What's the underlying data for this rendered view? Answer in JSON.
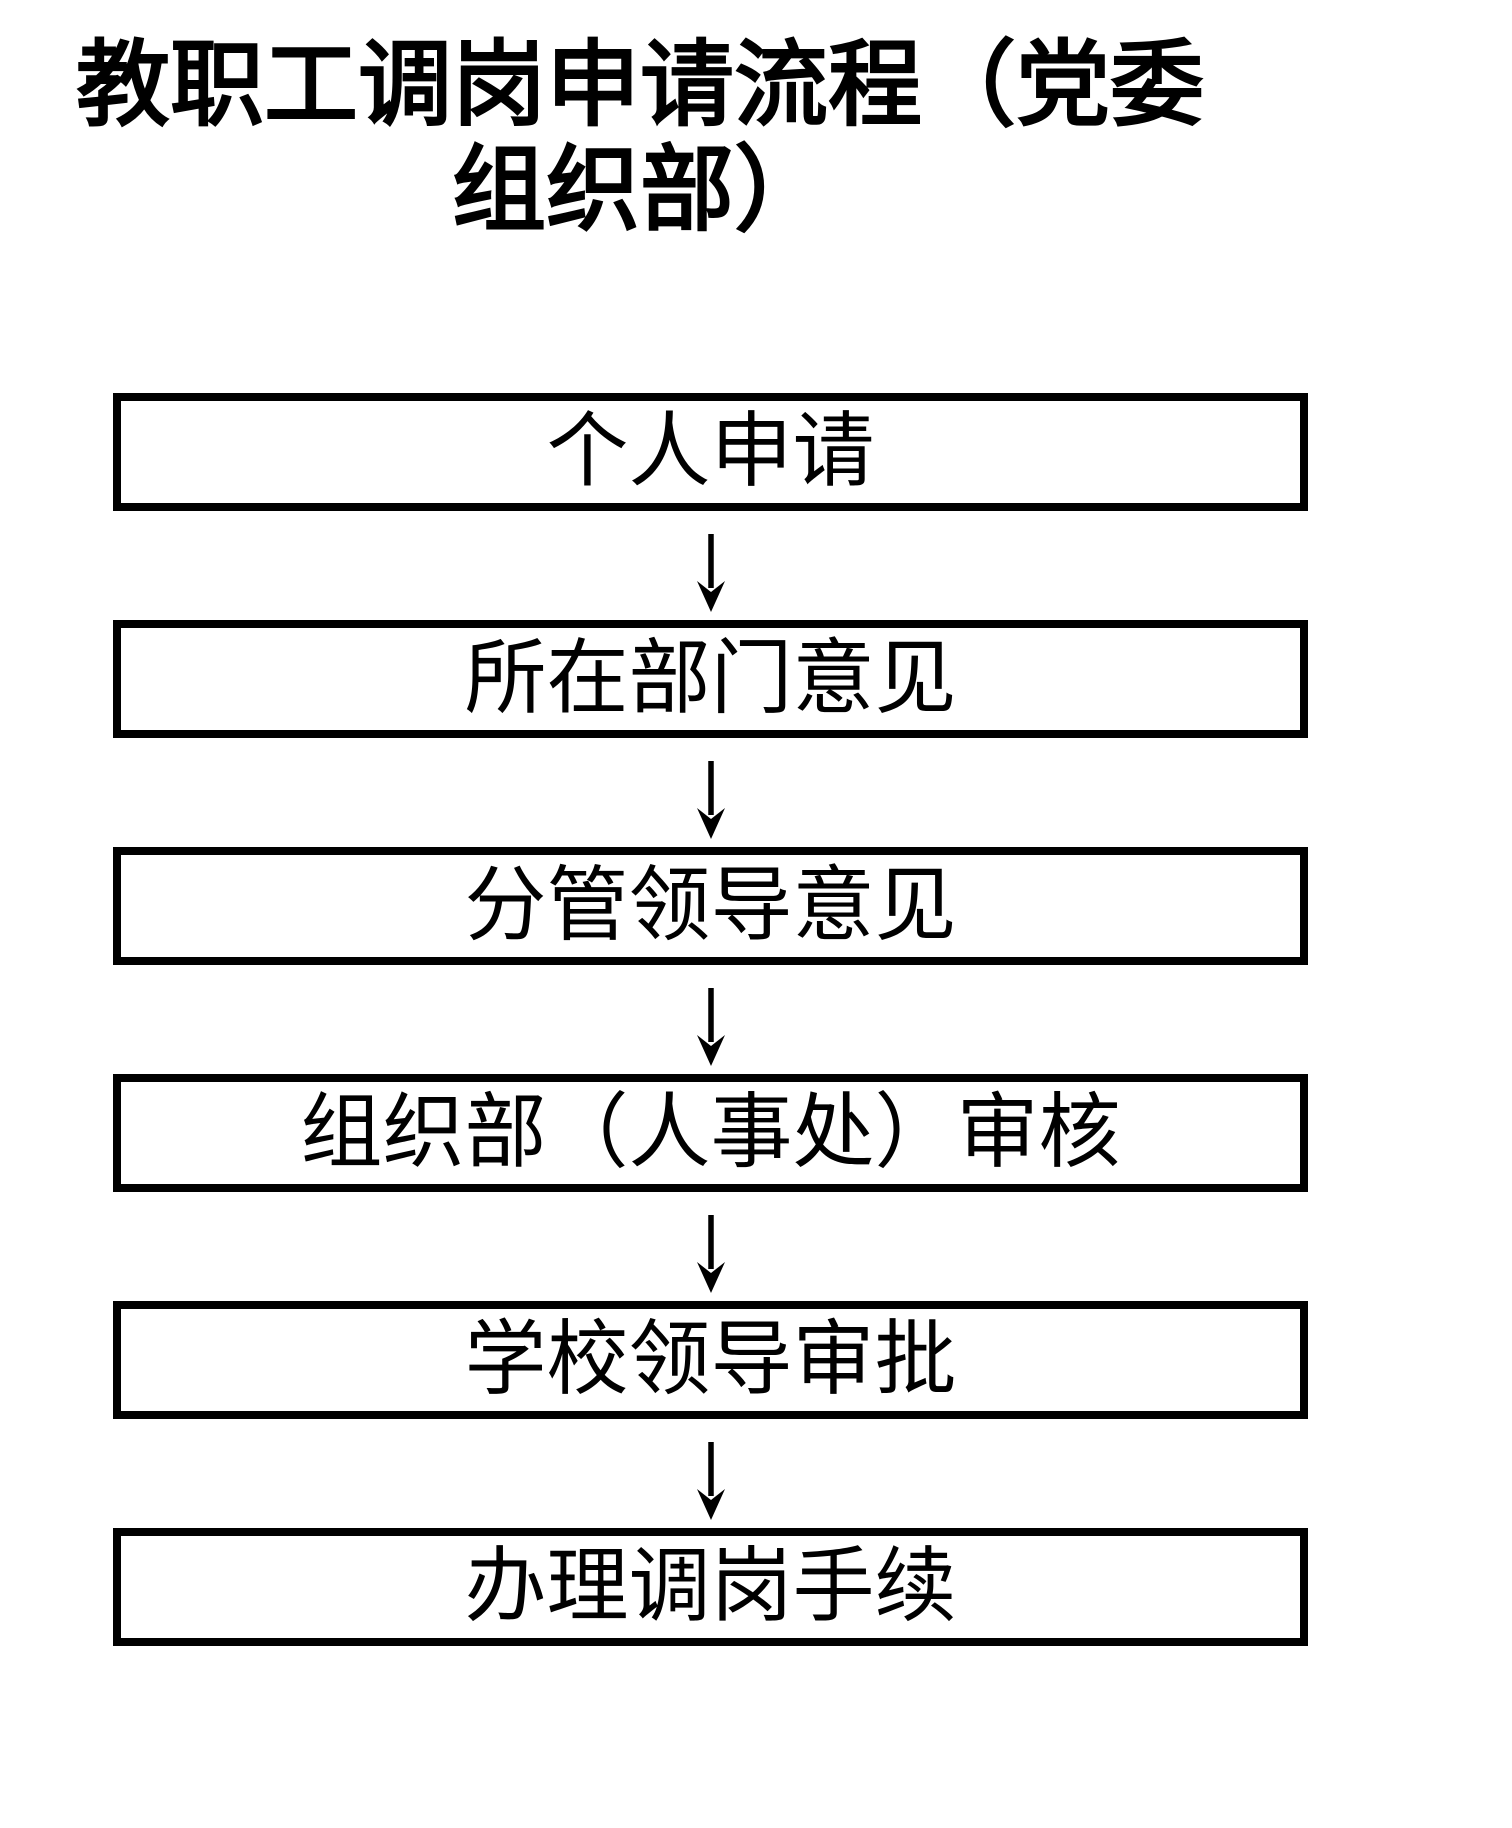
{
  "colors": {
    "ink": "#000000",
    "background": "#ffffff"
  },
  "title": "教职工调岗申请流程（党委组织部）",
  "flowchart": {
    "direction": "top-down",
    "steps": [
      {
        "label": "个人申请"
      },
      {
        "label": "所在部门意见"
      },
      {
        "label": "分管领导意见"
      },
      {
        "label": "组织部（人事处）审核"
      },
      {
        "label": "学校领导审批"
      },
      {
        "label": "办理调岗手续"
      }
    ]
  }
}
